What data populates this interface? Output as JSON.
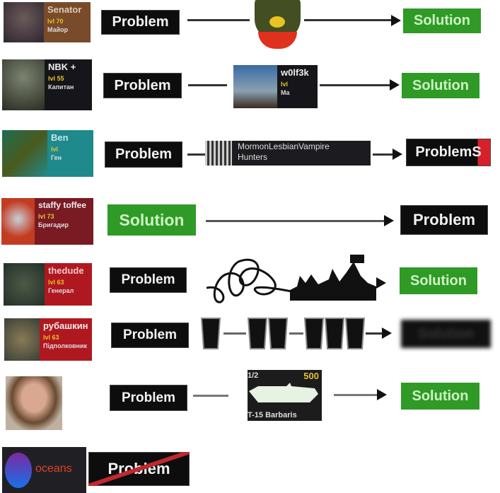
{
  "rows": [
    {
      "card": {
        "name": "Senator",
        "level": "lvl 70",
        "rank": "Майор"
      },
      "left": "Problem",
      "right": "Solution"
    },
    {
      "card": {
        "name": "NBK +",
        "level": "lvl 55",
        "rank": "Капитан"
      },
      "left": "Problem",
      "middle_card": {
        "name": "w0lf3k",
        "level": "lvl",
        "rank": "Ma"
      },
      "right": "Solution"
    },
    {
      "card": {
        "name": "Ben",
        "level": "lvl",
        "rank": "Ген"
      },
      "left": "Problem",
      "middle_banner": "MormonLesbianVampire Hunters",
      "right": "ProblemS"
    },
    {
      "card": {
        "name": "staffy toffee",
        "level": "lvl 73",
        "rank": "Бригадир"
      },
      "left": "Solution",
      "right": "Problem"
    },
    {
      "card": {
        "name": "thedude",
        "level": "lvl 63",
        "rank": "Генерал"
      },
      "left": "Problem",
      "right": "Solution"
    },
    {
      "card": {
        "name": "рубашкин",
        "level": "lvl 63",
        "rank": "Підполковник"
      },
      "left": "Problem",
      "right": "Solution"
    },
    {
      "left": "Problem",
      "tank": {
        "count": "1/2",
        "cost": "500",
        "name": "T-15 Barbaris"
      },
      "right": "Solution"
    },
    {
      "card": {
        "name": "oceans"
      },
      "left": "Problem"
    }
  ],
  "colors": {
    "problem": "#0d0d0d",
    "solution": "#2f9a26",
    "red_card": "#a8141c"
  }
}
